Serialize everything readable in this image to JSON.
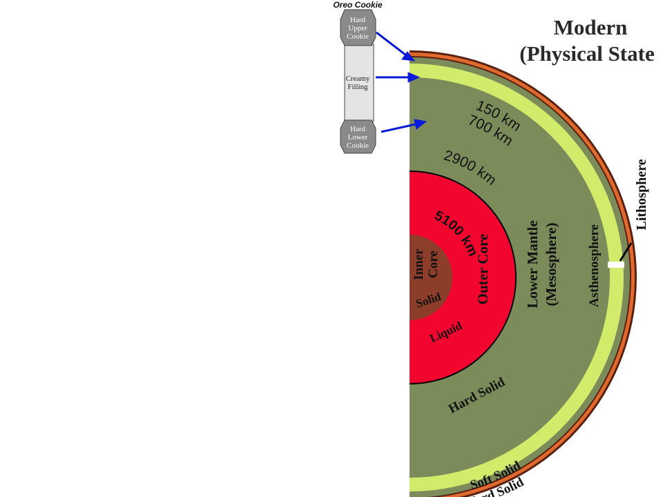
{
  "title": {
    "line1": "Modern",
    "line2": "(Physical State"
  },
  "oreo": {
    "heading": "Oreo Cookie",
    "upper": [
      "Hard",
      "Upper",
      "Cookie"
    ],
    "filling": [
      "Creamy",
      "Filling"
    ],
    "lower": [
      "Hard",
      "Lower",
      "Cookie"
    ]
  },
  "depths": {
    "d150": "150 km",
    "d700": "700 km",
    "d2900": "2900 km",
    "d5100": "5100 km"
  },
  "layers": {
    "inner_core": [
      "Inner",
      "Core"
    ],
    "inner_state": "Solid",
    "outer_core": "Outer Core",
    "outer_state": "Liquid",
    "lower_mantle": [
      "Lower Mantle",
      "(Mesosphere)"
    ],
    "lower_mantle_state": "Hard Solid",
    "asthenosphere": "Asthenosphere",
    "asthenosphere_state": "Soft Solid",
    "lithosphere": "Lithosphere",
    "lithosphere_state": "Hard Solid"
  },
  "colors": {
    "crust": "#e06a2e",
    "crust_edge": "#5a2010",
    "asthenosphere": "#d3eb6a",
    "mantle": "#7b8b5a",
    "outer_core": "#f2052f",
    "inner_core": "#8c3e2b",
    "cookie": "#8a8a8a",
    "filling": "#e4e4e4",
    "arrow": "#0a1ad6",
    "text": "#111111"
  }
}
